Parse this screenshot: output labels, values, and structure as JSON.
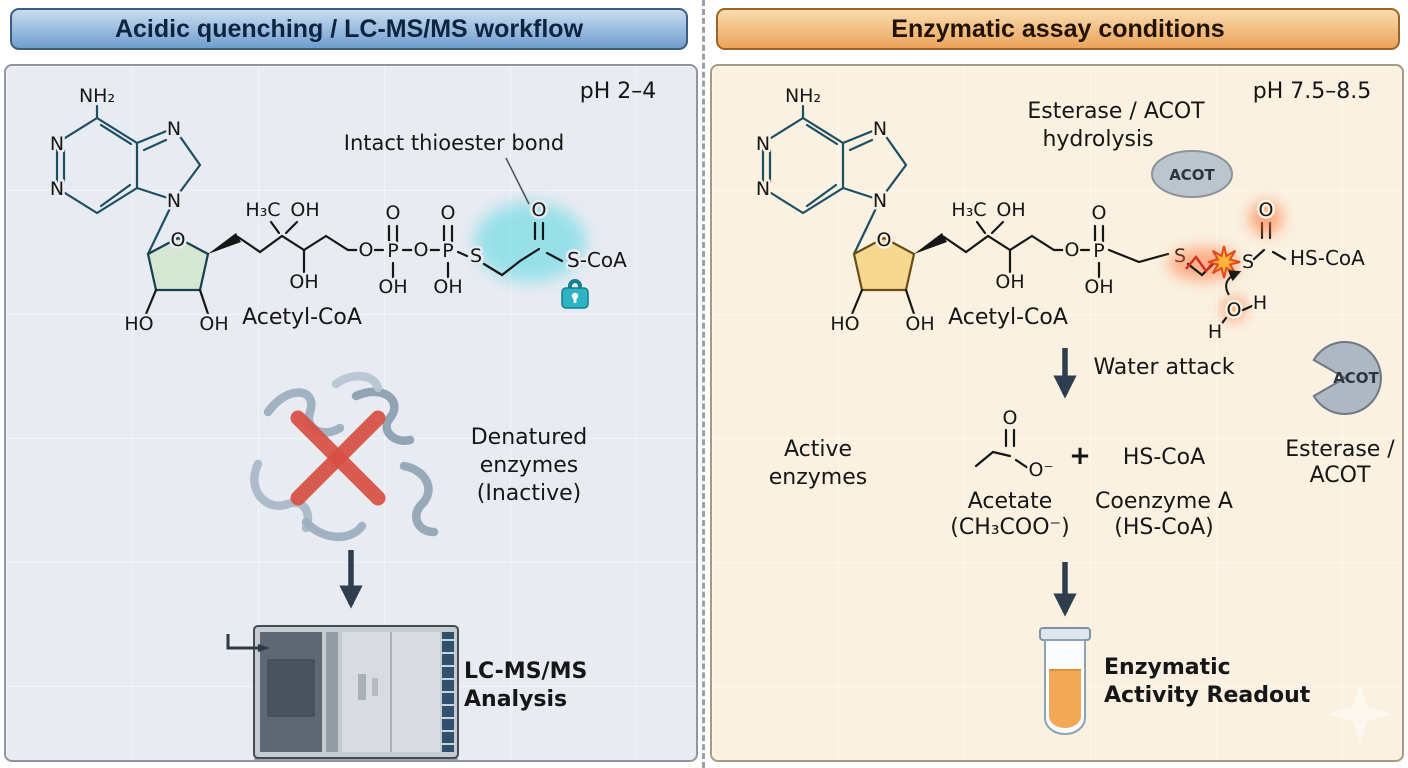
{
  "left_panel": {
    "header": "Acidic quenching / LC-MS/MS workflow",
    "ph_label": "pH 2–4",
    "thioester_annotation": "Intact thioester bond",
    "s_coa_label": "S-CoA",
    "denatured_line1": "Denatured",
    "denatured_line2": "enzymes",
    "denatured_line3": "(Inactive)",
    "analysis_line1": "LC-MS/MS",
    "analysis_line2": "Analysis"
  },
  "right_panel": {
    "header": "Enzymatic assay conditions",
    "ph_label": "pH 7.5–8.5",
    "hydrolysis_line1": "Esterase / ACOT",
    "hydrolysis_line2": "hydrolysis",
    "acot_badge": "ACOT",
    "hs_coa_label": "HS-CoA",
    "water_attack_label": "Water attack",
    "water_o": "O",
    "water_h_right": "H",
    "water_h_left": "H",
    "pacman_label": "ACOT",
    "esterase_line1": "Esterase /",
    "esterase_line2": "ACOT",
    "active_line1": "Active",
    "active_line2": "enzymes",
    "acetate_o_double": "O",
    "acetate_o_minus": "O⁻",
    "plus_sign": "+",
    "product_hs_coa": "HS-CoA",
    "acetate_name_line1": "Acetate",
    "acetate_name_line2": "(CH₃COO⁻)",
    "coenzyme_name_line1": "Coenzyme A",
    "coenzyme_name_line2": "(HS-CoA)",
    "readout_line1": "Enzymatic",
    "readout_line2": "Activity Readout"
  },
  "molecule": {
    "name": "Acetyl-CoA",
    "nh2": "NH₂",
    "n1": "N",
    "n2": "N",
    "n3": "N",
    "n4": "N",
    "ribose_o": "O",
    "ho": "HO",
    "ribose_oh": "OH",
    "h3c": "H₃C",
    "oh_upper": "OH",
    "oh_lower": "OH",
    "o_link": "O",
    "p1": "P",
    "p1_o": "O",
    "p1_oh": "OH",
    "o_bridge": "O",
    "p2": "P",
    "p2_o": "O",
    "p2_oh": "OH",
    "s1": "S",
    "s2": "S",
    "carbonyl_o": "O"
  },
  "colors": {
    "left_header_top": "#c8dcef",
    "left_header_bottom": "#6f9fce",
    "right_header_top": "#f9dcae",
    "right_header_bottom": "#eca35b",
    "left_bg": "#e9ebf2",
    "right_bg": "#faf1e1",
    "thioester_highlight": "#35d3de",
    "break_highlight": "#ff7030",
    "denatured_x": "#d85045",
    "tube_liquid": "#f2a857",
    "ribose_left": "#d5e7d2",
    "ribose_right": "#f6d98e"
  }
}
